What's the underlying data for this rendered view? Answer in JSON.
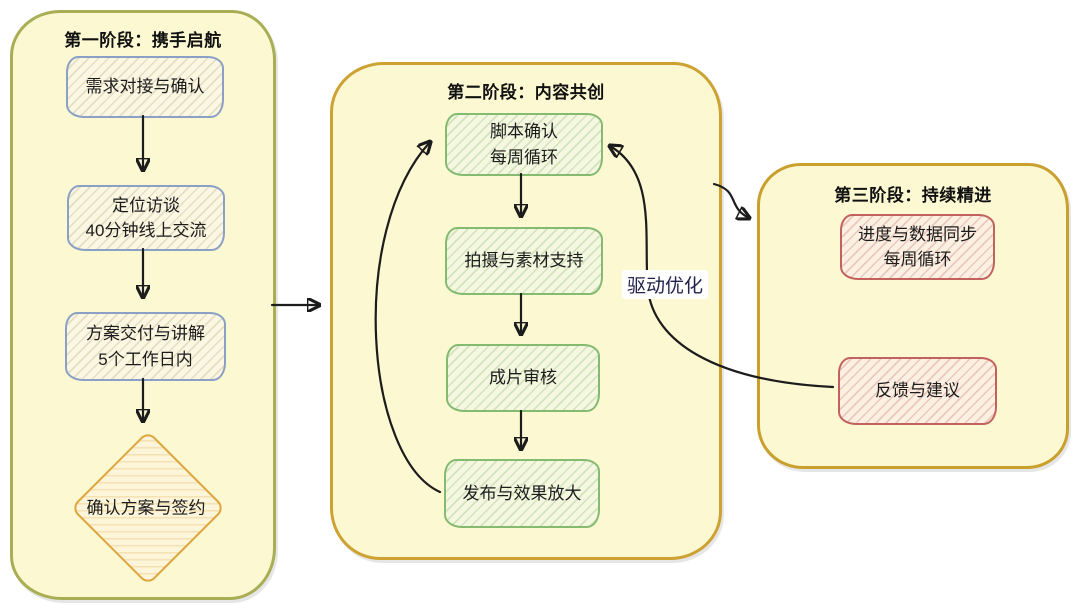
{
  "diagram": {
    "phases": [
      {
        "title": "第一阶段：携手启航",
        "steps": [
          {
            "label": "需求对接与确认",
            "shape": "rounded-rect",
            "color": "blue"
          },
          {
            "label": "定位访谈\n40分钟线上交流",
            "shape": "rounded-rect",
            "color": "blue"
          },
          {
            "label": "方案交付与讲解\n5个工作日内",
            "shape": "rounded-rect",
            "color": "blue"
          },
          {
            "label": "确认方案与签约",
            "shape": "diamond",
            "color": "orange"
          }
        ]
      },
      {
        "title": "第二阶段：内容共创",
        "steps": [
          {
            "label": "脚本确认\n每周循环",
            "shape": "rounded-rect",
            "color": "green"
          },
          {
            "label": "拍摄与素材支持",
            "shape": "rounded-rect",
            "color": "green"
          },
          {
            "label": "成片审核",
            "shape": "rounded-rect",
            "color": "green"
          },
          {
            "label": "发布与效果放大",
            "shape": "rounded-rect",
            "color": "green"
          }
        ]
      },
      {
        "title": "第三阶段：持续精进",
        "steps": [
          {
            "label": "进度与数据同步\n每周循环",
            "shape": "rounded-rect",
            "color": "red"
          },
          {
            "label": "反馈与建议",
            "shape": "rounded-rect",
            "color": "red"
          }
        ]
      }
    ],
    "arrow_label": "驱动优化",
    "colors": {
      "container_fill": "#fbf8d2",
      "phase1_border": "#a9ae55",
      "phase2_border": "#cda233",
      "phase3_border": "#c9a02e",
      "blue_node_border": "#8aa0c5",
      "green_node_border": "#85ba71",
      "red_node_border": "#c2625e",
      "diamond_border": "#dfa63d",
      "arrow": "#1c1c1c",
      "edge_label_text": "#23234c"
    }
  }
}
